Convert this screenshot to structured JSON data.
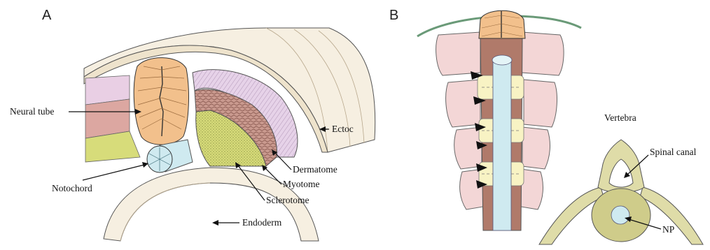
{
  "panels": {
    "a": {
      "letter": "A",
      "labels": {
        "neural_tube": "Neural tube",
        "ectoderm": "Ectoc",
        "notochord": "Notochord",
        "dermatome": "Dermatome",
        "myotome": "Myotome",
        "sclerotome": "Sclerotome",
        "endoderm": "Endoderm"
      }
    },
    "b": {
      "letter": "B",
      "labels": {
        "vertebra": "Vertebra",
        "spinal_canal": "Spinal canal",
        "np": "NP"
      }
    }
  },
  "colors": {
    "neural_tube": "#f2c08c",
    "notochord": "#cfeaf0",
    "dermatome": "#e6d2e8",
    "myotome": "#c9998e",
    "sclerotome": "#d7dc7a",
    "ectoderm": "#f6efe1",
    "somite": "#f3d6d6",
    "vertebra_body": "#cfcc8a",
    "intervertebral": "#f8f3c4"
  }
}
